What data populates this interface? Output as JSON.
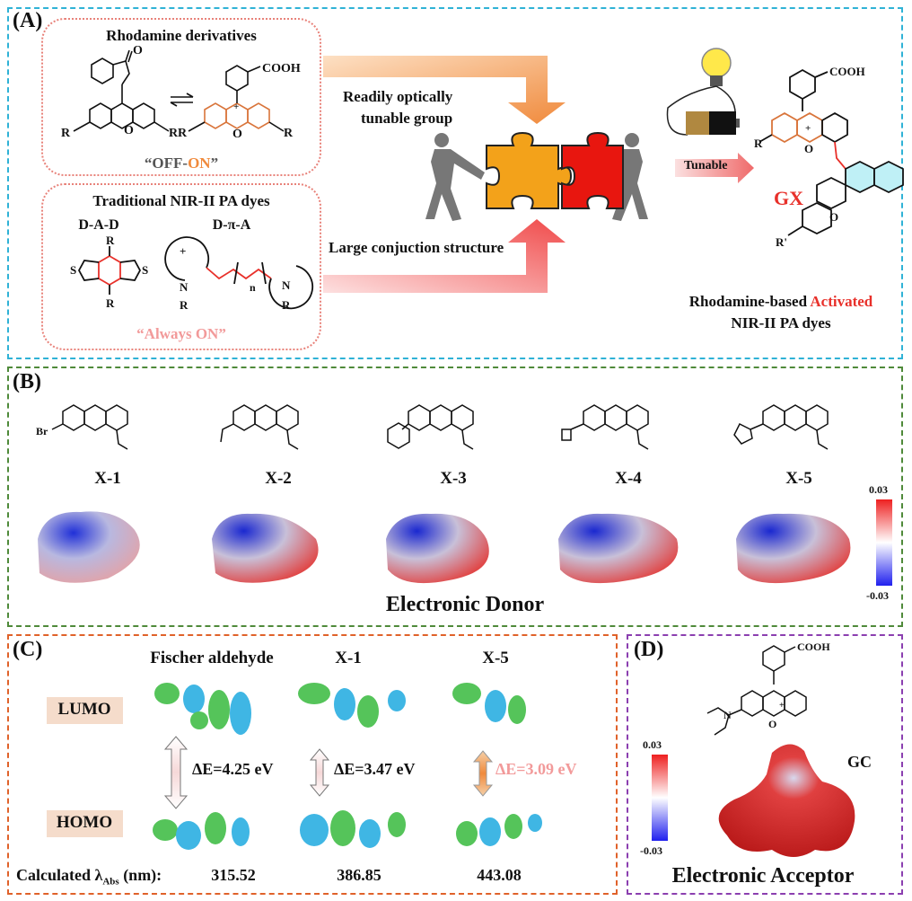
{
  "panelA": {
    "label": "(A)",
    "rhodamine_title": "Rhodamine derivatives",
    "offon_prefix": "“OFF-",
    "offon_on": "ON",
    "offon_suffix": "”",
    "trad_title": "Traditional NIR-II PA dyes",
    "dad": "D-A-D",
    "dpia": "D-π-A",
    "always_on": "“Always ON”",
    "tunable_group_line1": "Readily optically",
    "tunable_group_line2": "tunable group",
    "large_conj": "Large conjuction structure",
    "tunable": "Tunable",
    "gx": "GX",
    "result_line1_prefix": "Rhodamine-based ",
    "result_line1_emph": "Activated",
    "result_line2": "NIR-II PA dyes",
    "atoms": {
      "R": "R",
      "Rp": "R'",
      "O": "O",
      "N": "N",
      "S": "S",
      "plus": "+",
      "n": "n",
      "cooh": "COOH",
      "o_dbl": "O"
    }
  },
  "panelB": {
    "label": "(B)",
    "compounds": [
      "X-1",
      "X-2",
      "X-3",
      "X-4",
      "X-5"
    ],
    "substituent_br": "Br",
    "scale_max": "0.03",
    "scale_min": "-0.03",
    "footer": "Electronic Donor"
  },
  "panelC": {
    "label": "(C)",
    "columns": [
      "Fischer aldehyde",
      "X-1",
      "X-5"
    ],
    "lumo": "LUMO",
    "homo": "HOMO",
    "gaps": [
      "ΔE=4.25 eV",
      "ΔE=3.47 eV",
      "ΔE=3.09 eV"
    ],
    "calc_label": "Calculated λ",
    "calc_sub": "Abs",
    "calc_unit": " (nm):",
    "values": [
      "315.52",
      "386.85",
      "443.08"
    ]
  },
  "panelD": {
    "label": "(D)",
    "scale_max": "0.03",
    "scale_min": "-0.03",
    "compound": "GC",
    "cooh": "COOH",
    "footer": "Electronic Acceptor"
  },
  "colors": {
    "panelA_border": "#2fb2d6",
    "panelB_border": "#4f8a3a",
    "panelC_border": "#e0622a",
    "panelD_border": "#8b3fb0",
    "accent_red": "#e8302a",
    "accent_orange": "#f08a3c",
    "always_on_pink": "#f29a9a"
  }
}
